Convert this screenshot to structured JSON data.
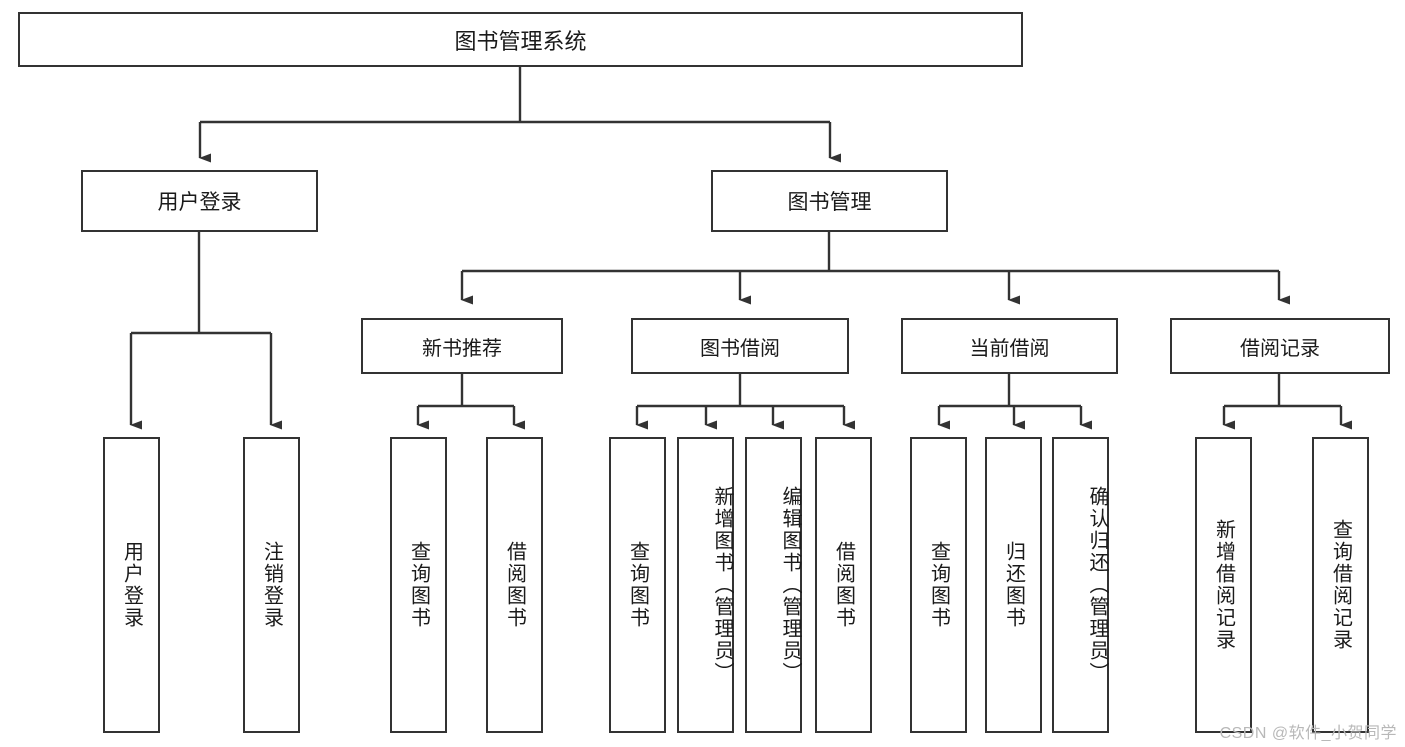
{
  "diagram": {
    "title_text": "图书管理系统",
    "type": "hierarchy-tree",
    "watermark": "CSDN @软件_小贺同学",
    "colors": {
      "box_border": "#333333",
      "box_fill": "#ffffff",
      "connector": "#333333",
      "text": "#1a1a1a",
      "watermark": "#b8b8b8"
    },
    "root": {
      "label": "图书管理系统"
    },
    "level2": [
      {
        "label": "用户登录"
      },
      {
        "label": "图书管理"
      }
    ],
    "level3": [
      {
        "label": "新书推荐"
      },
      {
        "label": "图书借阅"
      },
      {
        "label": "当前借阅"
      },
      {
        "label": "借阅记录"
      }
    ],
    "leaves": {
      "user_login": [
        {
          "label": "用户登录"
        },
        {
          "label": "注销登录"
        }
      ],
      "new_book_recommend": [
        {
          "label": "查询图书"
        },
        {
          "label": "借阅图书"
        }
      ],
      "book_borrow": [
        {
          "label": "查询图书"
        },
        {
          "label": "新增图书（管理员）"
        },
        {
          "label": "编辑图书（管理员）"
        },
        {
          "label": "借阅图书"
        }
      ],
      "current_borrow": [
        {
          "label": "查询图书"
        },
        {
          "label": "归还图书"
        },
        {
          "label": "确认归还（管理员）"
        }
      ],
      "borrow_record": [
        {
          "label": "新增借阅记录"
        },
        {
          "label": "查询借阅记录"
        }
      ]
    }
  }
}
